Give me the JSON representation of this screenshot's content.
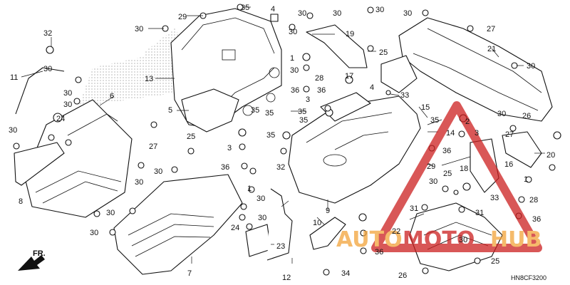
{
  "diagram": {
    "code": "HN8CF3200",
    "arrow_label": "FR.",
    "watermark": {
      "text_a": "AUTO",
      "text_b": "MOTO",
      "text_c": "HUB",
      "red": "#cc1f1f",
      "orange": "#f2a33a"
    },
    "callouts": [
      "29",
      "35",
      "4",
      "30",
      "30",
      "30",
      "30",
      "27",
      "30",
      "32",
      "30",
      "1",
      "19",
      "25",
      "21",
      "30",
      "30",
      "11",
      "13",
      "30",
      "28",
      "17",
      "4",
      "30",
      "30",
      "6",
      "36",
      "36",
      "33",
      "5",
      "35",
      "24",
      "35",
      "35",
      "3",
      "35",
      "15",
      "2",
      "30",
      "26",
      "30",
      "35",
      "14",
      "3",
      "27",
      "35",
      "8",
      "25",
      "27",
      "36",
      "36",
      "29",
      "18",
      "16",
      "25",
      "20",
      "30",
      "30",
      "3",
      "30",
      "1",
      "1",
      "32",
      "9",
      "33",
      "31",
      "28",
      "30",
      "31",
      "30",
      "30",
      "24",
      "22",
      "36",
      "30",
      "10",
      "23",
      "12",
      "7",
      "34",
      "36",
      "25",
      "26",
      "30"
    ]
  }
}
